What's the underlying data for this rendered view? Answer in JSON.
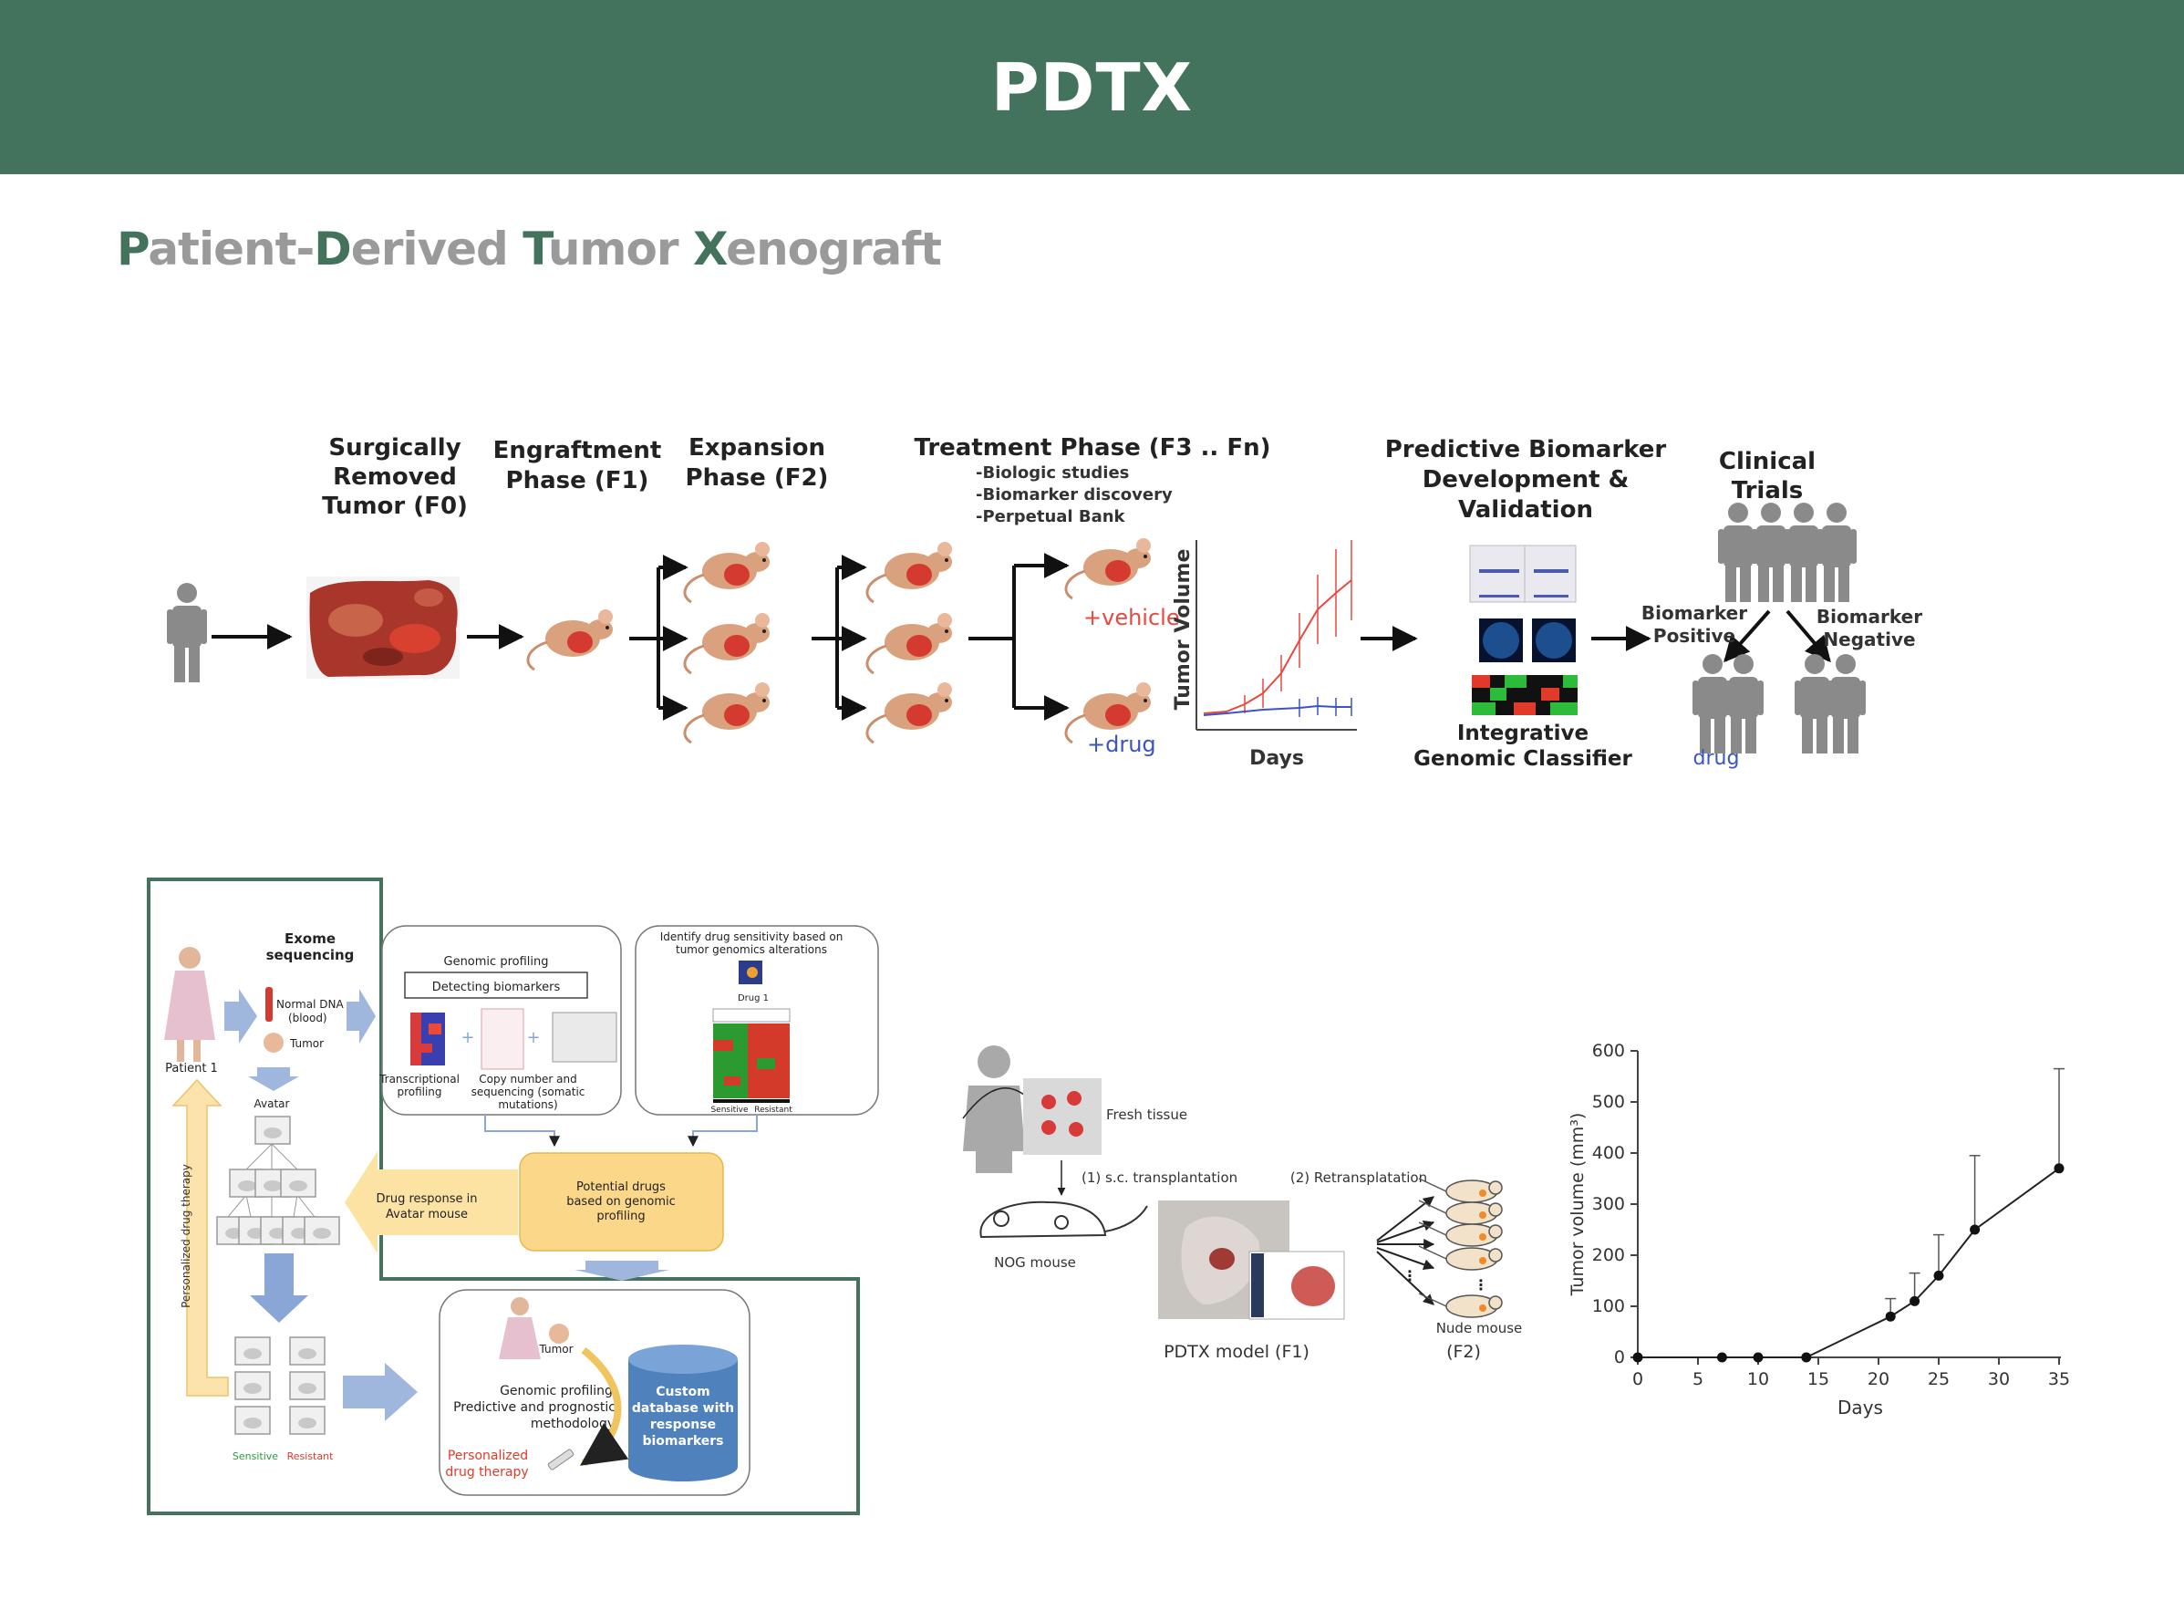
{
  "header": {
    "title": "PDTX"
  },
  "subtitle": {
    "parts": [
      {
        "initial": "P",
        "rest": "atient-"
      },
      {
        "initial": "D",
        "rest": "erived "
      },
      {
        "initial": "T",
        "rest": "umor "
      },
      {
        "initial": "X",
        "rest": "enograft"
      }
    ]
  },
  "pipeline": {
    "stage_f0": [
      "Surgically",
      "Removed",
      "Tumor (F0)"
    ],
    "stage_f1": [
      "Engraftment",
      "Phase (F1)"
    ],
    "stage_f2": [
      "Expansion",
      "Phase (F2)"
    ],
    "stage_treat": "Treatment Phase (F3 .. Fn)",
    "treat_items": [
      "-Biologic studies",
      "-Biomarker discovery",
      "-Perpetual Bank"
    ],
    "vehicle": "+vehicle",
    "drug": "+drug",
    "mini_ylabel": "Tumor Volume",
    "mini_xlabel": "Days",
    "biomarker": [
      "Predictive Biomarker",
      "Development &",
      "Validation"
    ],
    "classifier": [
      "Integrative",
      "Genomic Classifier"
    ],
    "clinical": [
      "Clinical",
      "Trials"
    ],
    "bm_positive": [
      "Biomarker",
      "Positive"
    ],
    "bm_negative": [
      "Biomarker",
      "Negative"
    ],
    "drug2": "drug",
    "colors": {
      "vehicle": "#e8483f",
      "drug": "#3a54c8"
    }
  },
  "avatar": {
    "exome": [
      "Exome",
      "sequencing"
    ],
    "normal_dna": [
      "Normal DNA",
      "(blood)"
    ],
    "tumor": "Tumor",
    "patient": "Patient 1",
    "avatar_label": "Avatar",
    "personalized_vertical": "Personalized drug therapy",
    "genomic_profiling": "Genomic profiling",
    "detecting": "Detecting biomarkers",
    "transcriptional": [
      "Transcriptional",
      "profiling"
    ],
    "copy_number": [
      "Copy number and",
      "sequencing (somatic",
      "mutations)"
    ],
    "identify": [
      "Identify drug sensitivity based on",
      "tumor genomics alterations"
    ],
    "drug1": "Drug 1",
    "sensitive": "Sensitive",
    "resistant": "Resistant",
    "drug_response": [
      "Drug response in",
      "Avatar mouse"
    ],
    "potential": [
      "Potential drugs",
      "based on genomic",
      "profiling"
    ],
    "tumor2": "Tumor",
    "genomic_predictive": [
      "Genomic profiling",
      "Predictive and prognostic",
      "methodology"
    ],
    "personalized_red": [
      "Personalized",
      "drug therapy"
    ],
    "custom_db": [
      "Custom",
      "database with",
      "response",
      "biomarkers"
    ]
  },
  "nog": {
    "fresh_tissue": "Fresh tissue",
    "sc": "(1) s.c. transplantation",
    "retrans": "(2) Retransplatation",
    "nog_mouse": "NOG mouse",
    "nude_mouse": "Nude mouse",
    "pdtx_model": "PDTX model (F1)",
    "f2": "(F2)"
  },
  "chart_data": {
    "type": "line",
    "xlabel": "Days",
    "ylabel": "Tumor volume (mm³)",
    "xlim": [
      0,
      35
    ],
    "ylim": [
      0,
      600
    ],
    "xticks": [
      0,
      5,
      10,
      15,
      20,
      25,
      30,
      35
    ],
    "yticks": [
      0,
      100,
      200,
      300,
      400,
      500,
      600
    ],
    "grid": false,
    "x": [
      0,
      7,
      10,
      14,
      21,
      23,
      25,
      28,
      35
    ],
    "y": [
      0,
      0,
      0,
      0,
      80,
      110,
      160,
      250,
      370
    ],
    "err": [
      0,
      0,
      0,
      0,
      35,
      55,
      80,
      145,
      195
    ]
  }
}
